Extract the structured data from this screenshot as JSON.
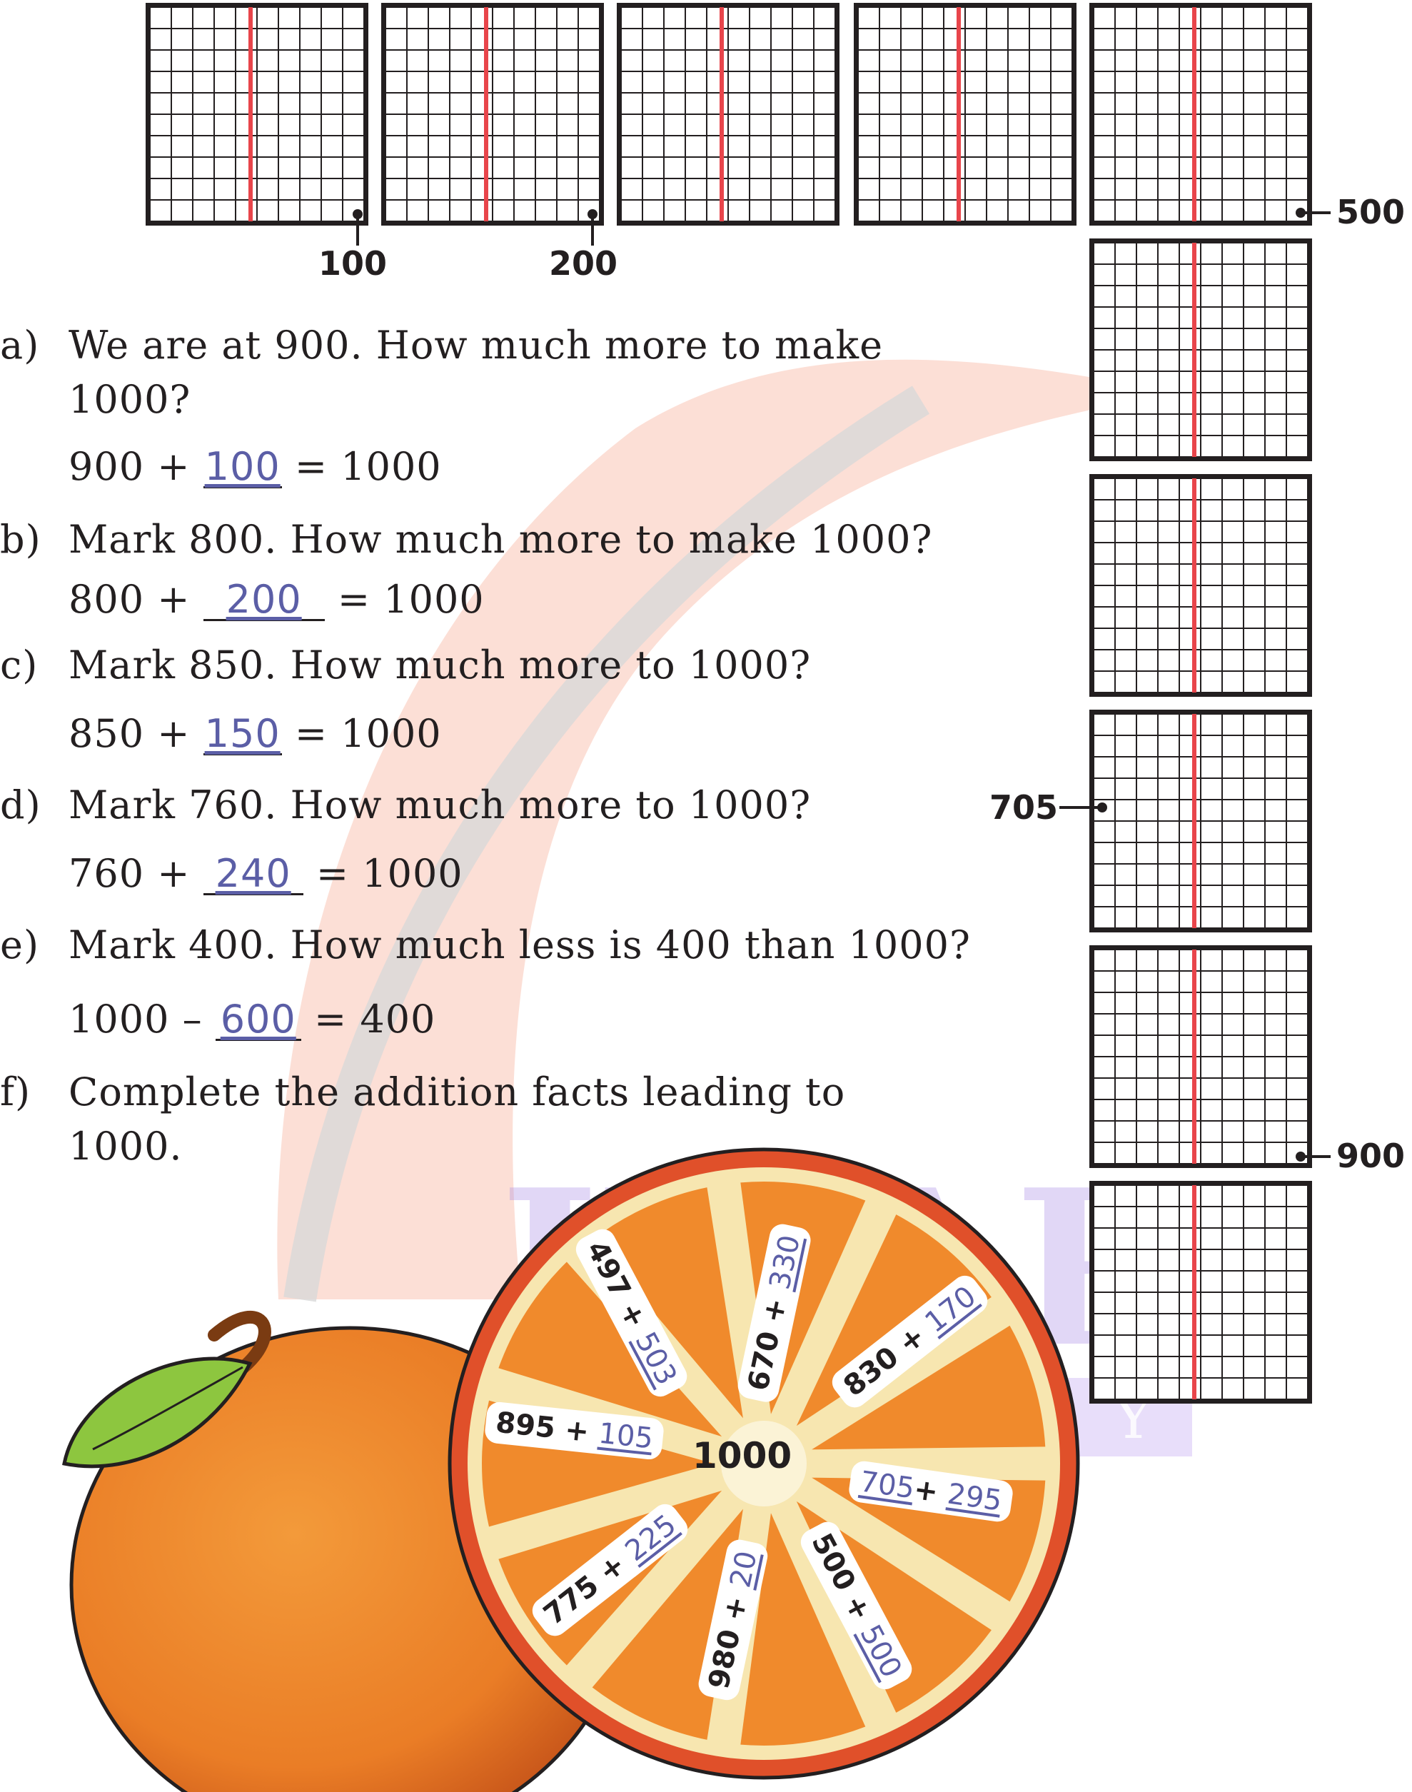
{
  "grid_labels": {
    "l100": "100",
    "l200": "200",
    "l500": "500",
    "l705": "705",
    "l900": "900"
  },
  "questions": [
    {
      "letter": "a)",
      "line1": "We are at 900. How much more to make",
      "line2": "1000?",
      "eq_left": "900 +",
      "answer": "100",
      "eq_right": "= 1000"
    },
    {
      "letter": "b)",
      "line1": "Mark 800. How much more to make 1000?",
      "eq_left": "800 +",
      "answer": "200",
      "eq_right": "= 1000"
    },
    {
      "letter": "c)",
      "line1": "Mark 850. How much more to 1000?",
      "eq_left": "850 +",
      "answer": "150",
      "eq_right": "= 1000"
    },
    {
      "letter": "d)",
      "line1": "Mark 760. How much more to 1000?",
      "eq_left": "760 +",
      "answer": "240",
      "eq_right": "= 1000"
    },
    {
      "letter": "e)",
      "line1": "Mark 400. How much less is 400 than 1000?",
      "eq_left": "1000 –",
      "answer": "600",
      "eq_right": "= 400"
    },
    {
      "letter": "f)",
      "line1": "Complete the addition facts leading to",
      "line2": "1000."
    }
  ],
  "orange": {
    "center": "1000",
    "facts": [
      {
        "a": "497",
        "op": "+",
        "b": "503",
        "b_answer": true
      },
      {
        "a": "670",
        "op": "+",
        "b": "330",
        "b_answer": true
      },
      {
        "a": "830",
        "op": "+",
        "b": "170",
        "b_answer": true
      },
      {
        "a": "895",
        "op": "+",
        "b": "105",
        "b_answer": true
      },
      {
        "a": "705",
        "op": "+",
        "b": "295",
        "a_answer": true,
        "b_answer": true
      },
      {
        "a": "775",
        "op": "+",
        "b": "225",
        "b_answer": true
      },
      {
        "a": "980",
        "op": "+",
        "b": "20",
        "b_answer": true
      },
      {
        "a": "500",
        "op": "+",
        "b": "500",
        "b_answer": true
      }
    ]
  },
  "watermark": {
    "line1": "IWARI",
    "line2": "ACADEMY"
  },
  "colors": {
    "grid_line": "#231f20",
    "grid_mid": "#e8454b",
    "answer": "#5b5ea6",
    "orange": "#f08a2c",
    "rind": "#e0502a",
    "leaf": "#8dc63f"
  }
}
